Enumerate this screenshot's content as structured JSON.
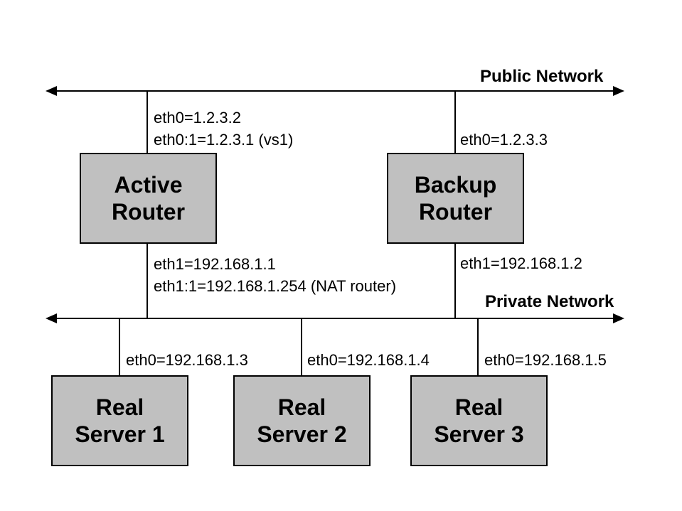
{
  "networks": {
    "public": {
      "label": "Public Network"
    },
    "private": {
      "label": "Private Network"
    }
  },
  "nodes": {
    "active_router": {
      "line1": "Active",
      "line2": "Router"
    },
    "backup_router": {
      "line1": "Backup",
      "line2": "Router"
    },
    "real_server_1": {
      "line1": "Real",
      "line2": "Server 1"
    },
    "real_server_2": {
      "line1": "Real",
      "line2": "Server 2"
    },
    "real_server_3": {
      "line1": "Real",
      "line2": "Server 3"
    }
  },
  "interfaces": {
    "active_router_public": [
      "eth0=1.2.3.2",
      "eth0:1=1.2.3.1 (vs1)"
    ],
    "backup_router_public": [
      "eth0=1.2.3.3"
    ],
    "active_router_private": [
      "eth1=192.168.1.1",
      "eth1:1=192.168.1.254 (NAT router)"
    ],
    "backup_router_private": [
      "eth1=192.168.1.2"
    ],
    "real_server_1": [
      "eth0=192.168.1.3"
    ],
    "real_server_2": [
      "eth0=192.168.1.4"
    ],
    "real_server_3": [
      "eth0=192.168.1.5"
    ]
  },
  "colors": {
    "background": "#ffffff",
    "node_fill": "#c0c0c0",
    "node_border": "#000000",
    "line": "#000000",
    "text": "#000000"
  }
}
